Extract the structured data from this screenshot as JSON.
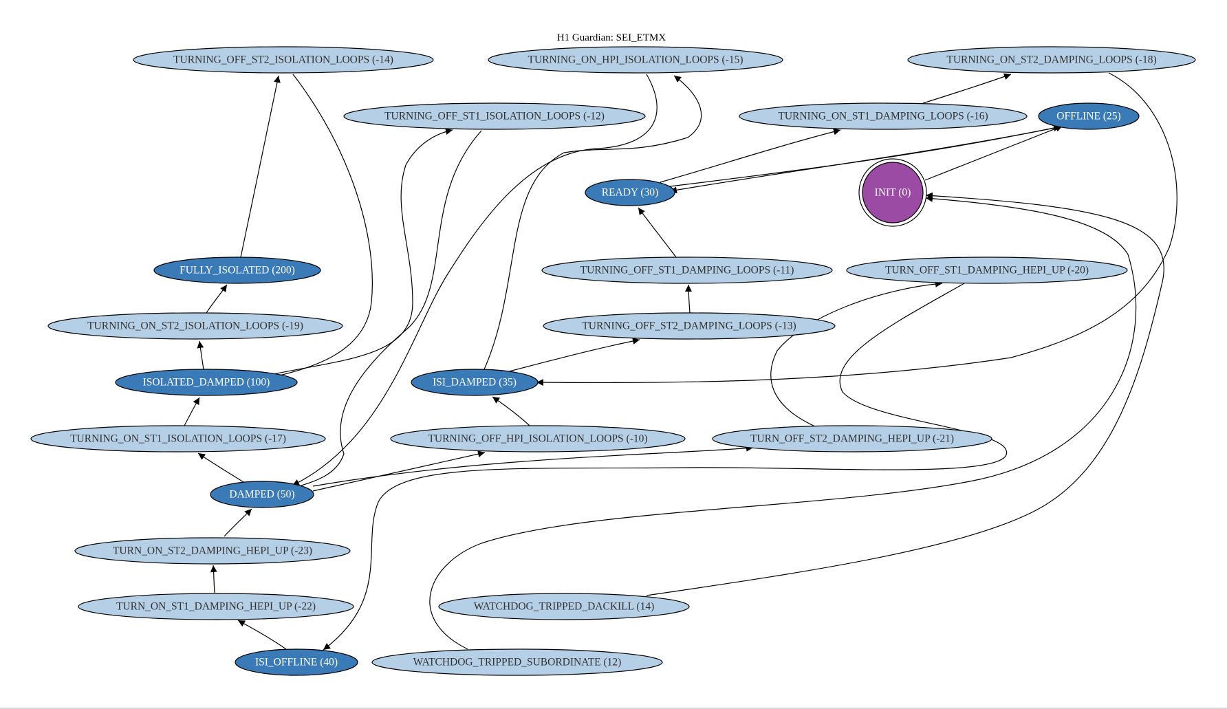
{
  "title": "H1 Guardian: SEI_ETMX",
  "colors": {
    "light_fill": "#b5cfe6",
    "dark_fill": "#3a7ab6",
    "init_fill": "#9b4ba3",
    "light_text": "#333333",
    "dark_text": "#ffffff",
    "stroke": "#000000"
  },
  "nodes": [
    {
      "id": "turning_off_st2_isolation_loops",
      "label": "TURNING_OFF_ST2_ISOLATION_LOOPS (-14)",
      "kind": "light"
    },
    {
      "id": "turning_on_hpi_isolation_loops",
      "label": "TURNING_ON_HPI_ISOLATION_LOOPS (-15)",
      "kind": "light"
    },
    {
      "id": "turning_on_st2_damping_loops",
      "label": "TURNING_ON_ST2_DAMPING_LOOPS (-18)",
      "kind": "light"
    },
    {
      "id": "turning_off_st1_isolation_loops",
      "label": "TURNING_OFF_ST1_ISOLATION_LOOPS (-12)",
      "kind": "light"
    },
    {
      "id": "turning_on_st1_damping_loops",
      "label": "TURNING_ON_ST1_DAMPING_LOOPS (-16)",
      "kind": "light"
    },
    {
      "id": "offline",
      "label": "OFFLINE (25)",
      "kind": "dark"
    },
    {
      "id": "ready",
      "label": "READY (30)",
      "kind": "dark"
    },
    {
      "id": "init",
      "label": "INIT (0)",
      "kind": "init"
    },
    {
      "id": "fully_isolated",
      "label": "FULLY_ISOLATED (200)",
      "kind": "dark"
    },
    {
      "id": "turning_off_st1_damping_loops",
      "label": "TURNING_OFF_ST1_DAMPING_LOOPS (-11)",
      "kind": "light"
    },
    {
      "id": "turn_off_st1_damping_hepi_up",
      "label": "TURN_OFF_ST1_DAMPING_HEPI_UP (-20)",
      "kind": "light"
    },
    {
      "id": "turning_on_st2_isolation_loops",
      "label": "TURNING_ON_ST2_ISOLATION_LOOPS (-19)",
      "kind": "light"
    },
    {
      "id": "turning_off_st2_damping_loops",
      "label": "TURNING_OFF_ST2_DAMPING_LOOPS (-13)",
      "kind": "light"
    },
    {
      "id": "isolated_damped",
      "label": "ISOLATED_DAMPED (100)",
      "kind": "dark"
    },
    {
      "id": "isi_damped",
      "label": "ISI_DAMPED (35)",
      "kind": "dark"
    },
    {
      "id": "turning_on_st1_isolation_loops",
      "label": "TURNING_ON_ST1_ISOLATION_LOOPS (-17)",
      "kind": "light"
    },
    {
      "id": "turning_off_hpi_isolation_loops",
      "label": "TURNING_OFF_HPI_ISOLATION_LOOPS (-10)",
      "kind": "light"
    },
    {
      "id": "turn_off_st2_damping_hepi_up",
      "label": "TURN_OFF_ST2_DAMPING_HEPI_UP (-21)",
      "kind": "light"
    },
    {
      "id": "damped",
      "label": "DAMPED (50)",
      "kind": "dark"
    },
    {
      "id": "turn_on_st2_damping_hepi_up",
      "label": "TURN_ON_ST2_DAMPING_HEPI_UP (-23)",
      "kind": "light"
    },
    {
      "id": "turn_on_st1_damping_hepi_up",
      "label": "TURN_ON_ST1_DAMPING_HEPI_UP (-22)",
      "kind": "light"
    },
    {
      "id": "watchdog_tripped_dackill",
      "label": "WATCHDOG_TRIPPED_DACKILL (14)",
      "kind": "light"
    },
    {
      "id": "isi_offline",
      "label": "ISI_OFFLINE (40)",
      "kind": "dark"
    },
    {
      "id": "watchdog_tripped_subordinate",
      "label": "WATCHDOG_TRIPPED_SUBORDINATE (12)",
      "kind": "light"
    }
  ],
  "edges": [
    {
      "from": "fully_isolated",
      "to": "turning_off_st2_isolation_loops"
    },
    {
      "from": "turning_off_st2_isolation_loops",
      "to": "isolated_damped"
    },
    {
      "from": "turning_on_st2_isolation_loops",
      "to": "fully_isolated"
    },
    {
      "from": "isolated_damped",
      "to": "turning_on_st2_isolation_loops"
    },
    {
      "from": "isolated_damped",
      "to": "turning_off_st1_isolation_loops"
    },
    {
      "from": "turning_off_st1_isolation_loops",
      "to": "damped"
    },
    {
      "from": "turning_on_st1_isolation_loops",
      "to": "isolated_damped"
    },
    {
      "from": "damped",
      "to": "turning_on_st1_isolation_loops"
    },
    {
      "from": "isi_damped",
      "to": "turning_on_hpi_isolation_loops"
    },
    {
      "from": "turning_on_hpi_isolation_loops",
      "to": "damped"
    },
    {
      "from": "turning_off_hpi_isolation_loops",
      "to": "isi_damped"
    },
    {
      "from": "damped",
      "to": "turning_off_hpi_isolation_loops"
    },
    {
      "from": "isi_damped",
      "to": "turning_off_st2_damping_loops"
    },
    {
      "from": "turning_off_st2_damping_loops",
      "to": "turning_off_st1_damping_loops"
    },
    {
      "from": "turning_off_st1_damping_loops",
      "to": "ready"
    },
    {
      "from": "ready",
      "to": "turning_on_st1_damping_loops"
    },
    {
      "from": "turning_on_st1_damping_loops",
      "to": "turning_on_st2_damping_loops"
    },
    {
      "from": "turning_on_st2_damping_loops",
      "to": "isi_damped"
    },
    {
      "from": "ready",
      "to": "offline"
    },
    {
      "from": "offline",
      "to": "ready"
    },
    {
      "from": "init",
      "to": "offline"
    },
    {
      "from": "damped",
      "to": "turn_off_st2_damping_hepi_up"
    },
    {
      "from": "turn_off_st2_damping_hepi_up",
      "to": "turn_off_st1_damping_hepi_up"
    },
    {
      "from": "turn_off_st1_damping_hepi_up",
      "to": "isi_offline"
    },
    {
      "from": "isi_offline",
      "to": "turn_on_st1_damping_hepi_up"
    },
    {
      "from": "turn_on_st1_damping_hepi_up",
      "to": "turn_on_st2_damping_hepi_up"
    },
    {
      "from": "turn_on_st2_damping_hepi_up",
      "to": "damped"
    },
    {
      "from": "watchdog_tripped_dackill",
      "to": "init"
    },
    {
      "from": "watchdog_tripped_subordinate",
      "to": "init"
    }
  ]
}
